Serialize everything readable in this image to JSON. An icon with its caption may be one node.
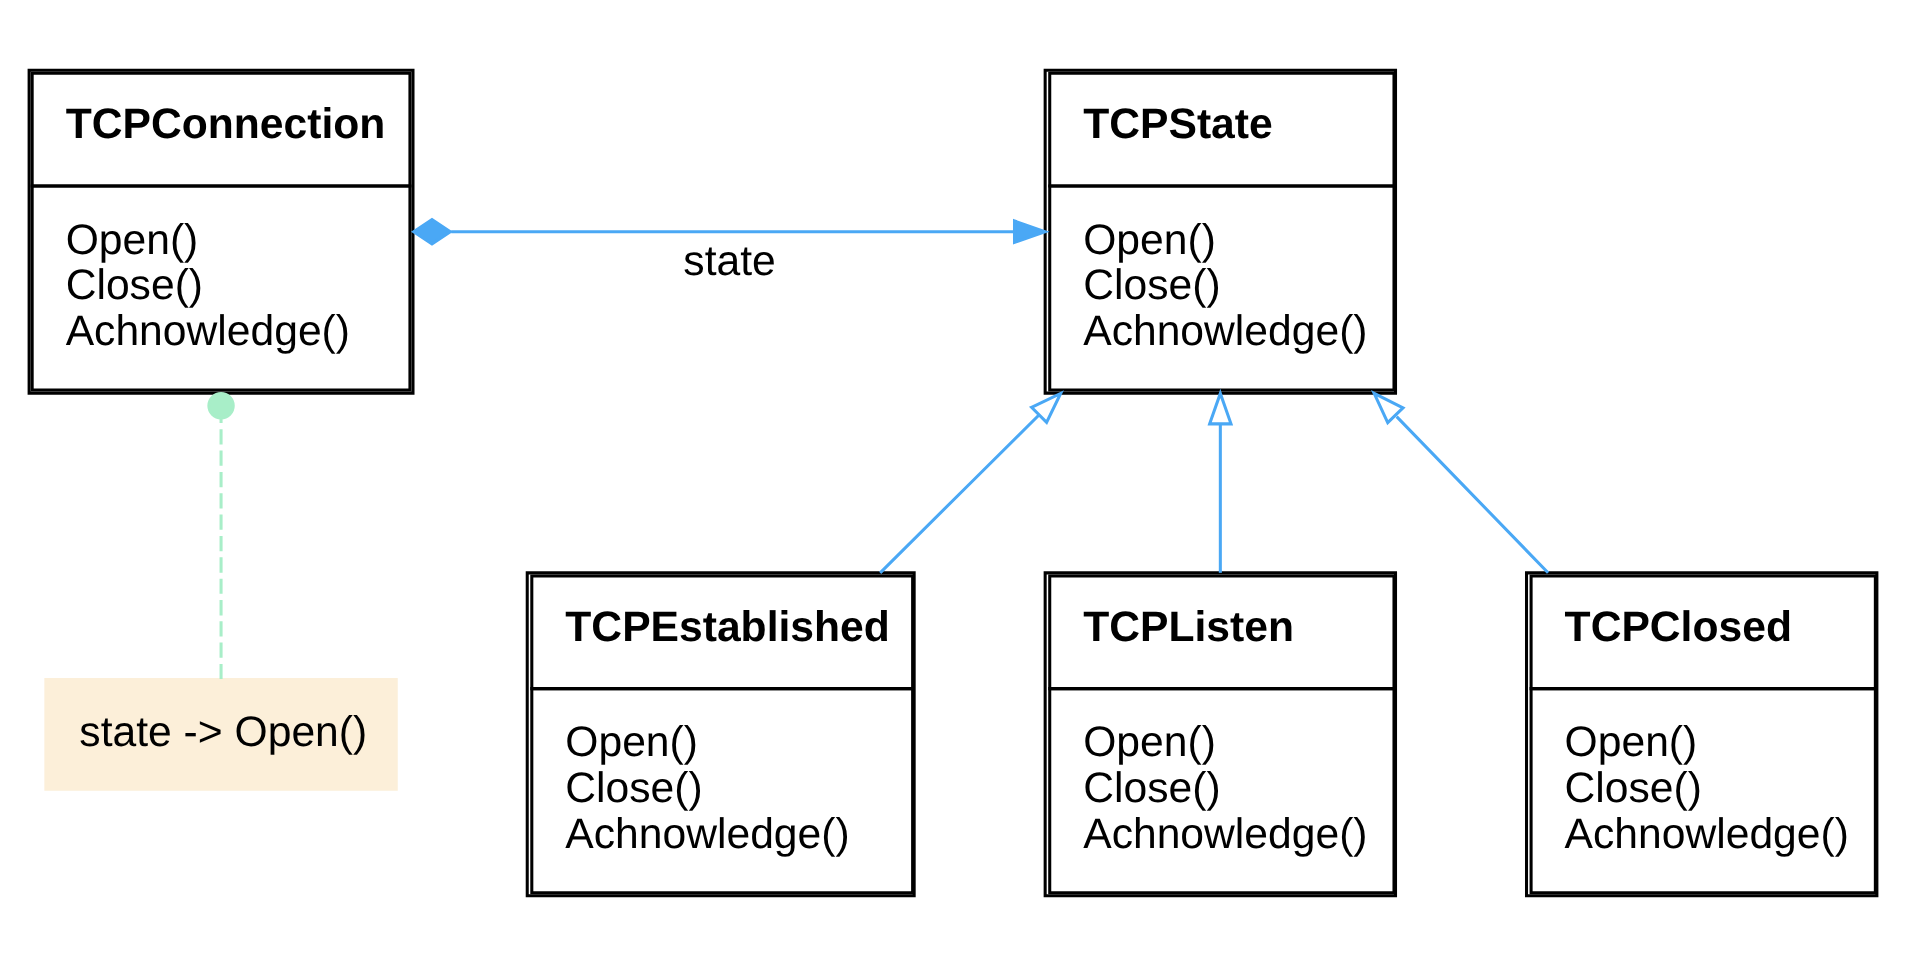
{
  "diagram": {
    "nodes": [
      {
        "text": [
          "TCPConnection",
          "Open()",
          "Close()",
          "Achnowledge()"
        ]
      },
      {
        "text": [
          "state -> Open()"
        ]
      },
      {
        "text": [
          "TCPState",
          "Open()",
          "Close()",
          "Achnowledge()"
        ]
      },
      {
        "text": [
          "TCPEstablished",
          "Open()",
          "Close()",
          "Achnowledge()"
        ]
      },
      {
        "text": [
          "TCPListen",
          "Open()",
          "Close()",
          "Achnowledge()"
        ]
      },
      {
        "text": [
          "TCPClosed",
          "Open()",
          "Close()",
          "Achnowledge()"
        ]
      }
    ],
    "edges": [
      {
        "from": 0,
        "to": 2,
        "arrow": "to",
        "label": "state"
      },
      {
        "from": 1,
        "to": 0,
        "arrow": "other",
        "style": "dashed",
        "color": "#a8eec8"
      },
      {
        "from": 3,
        "to": 2,
        "arrow": "to"
      },
      {
        "from": 4,
        "to": 2,
        "arrow": "to"
      },
      {
        "from": 5,
        "to": 2,
        "arrow": "to"
      }
    ]
  }
}
